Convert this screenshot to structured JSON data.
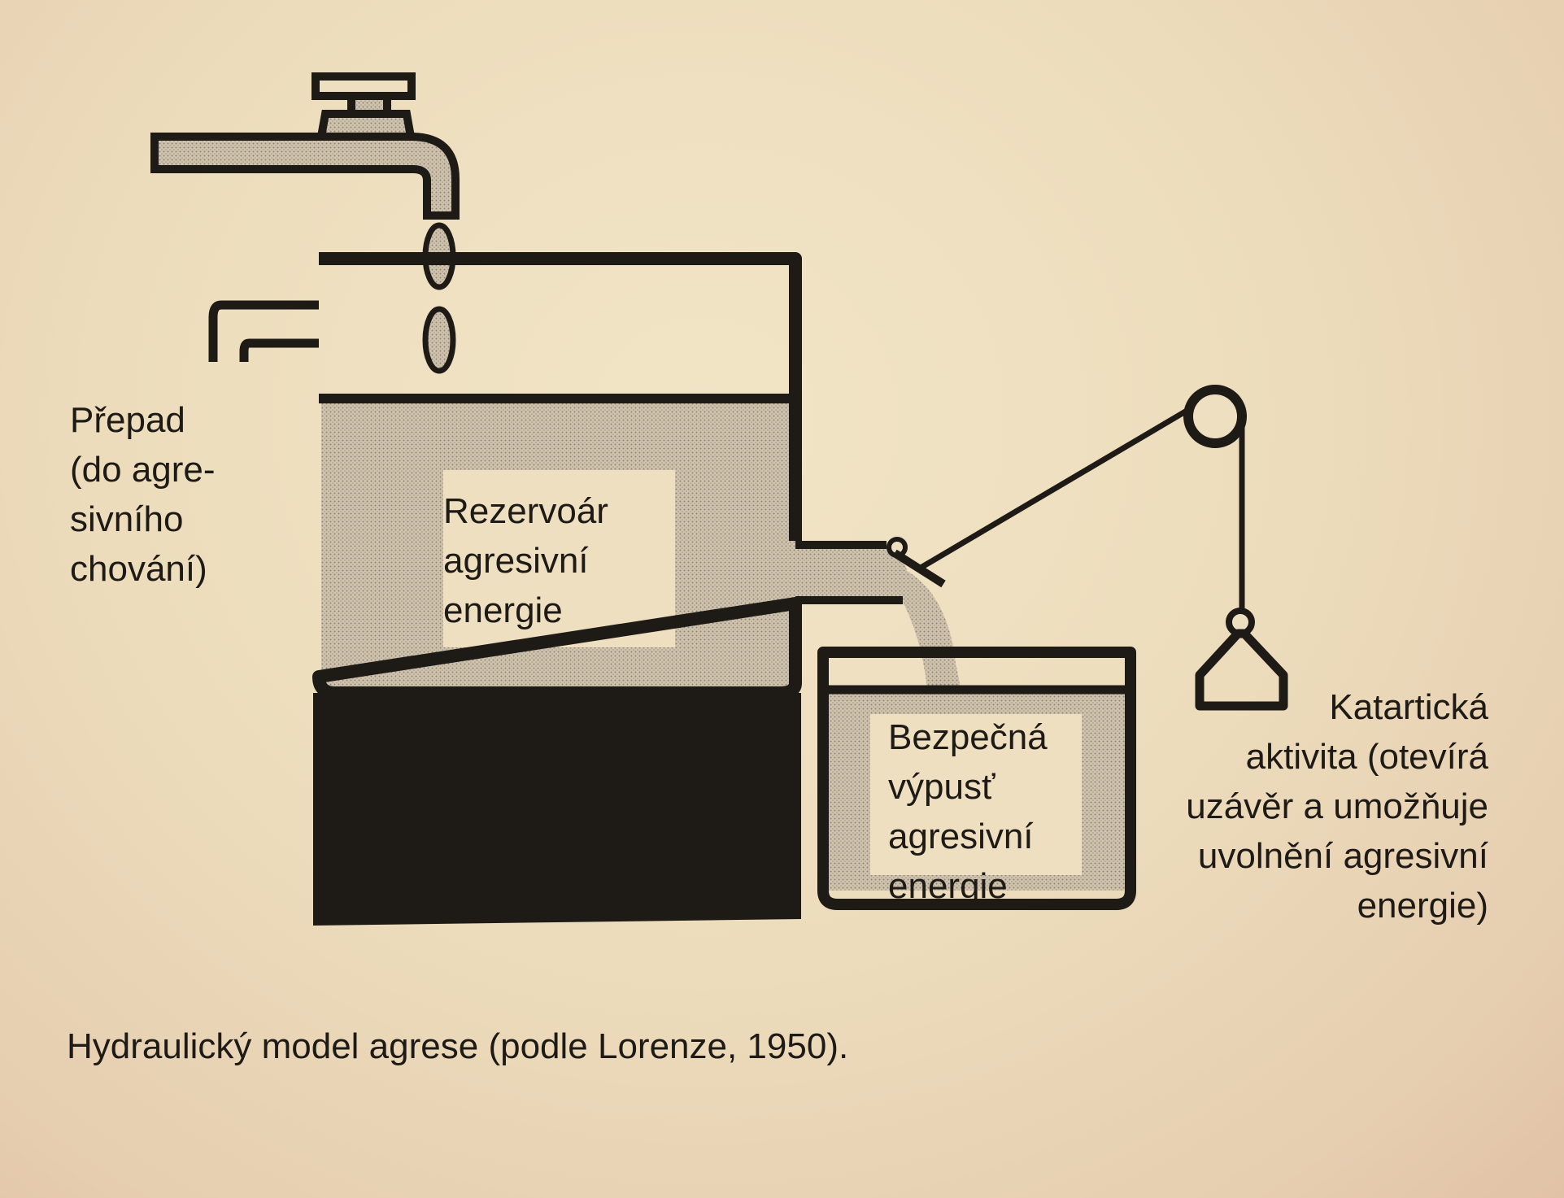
{
  "labels": {
    "overflow": [
      "Přepad",
      "(do agre-",
      "sivního",
      "chování)"
    ],
    "reservoir": [
      "Rezervoár",
      "agresivní",
      "energie"
    ],
    "outlet": [
      "Bezpečná",
      "výpusť",
      "agresivní",
      "energie"
    ],
    "cathartic": [
      "Katartická",
      "aktivita (otevírá",
      "uzávěr a umožňuje",
      "uvolnění agresivní",
      "energie)"
    ]
  },
  "caption": "Hydraulický model agrese (podle Lorenze, 1950).",
  "colors": {
    "ink": "#1e1a16",
    "fluid": "#c7bba8",
    "paper": "#eedfc0"
  }
}
